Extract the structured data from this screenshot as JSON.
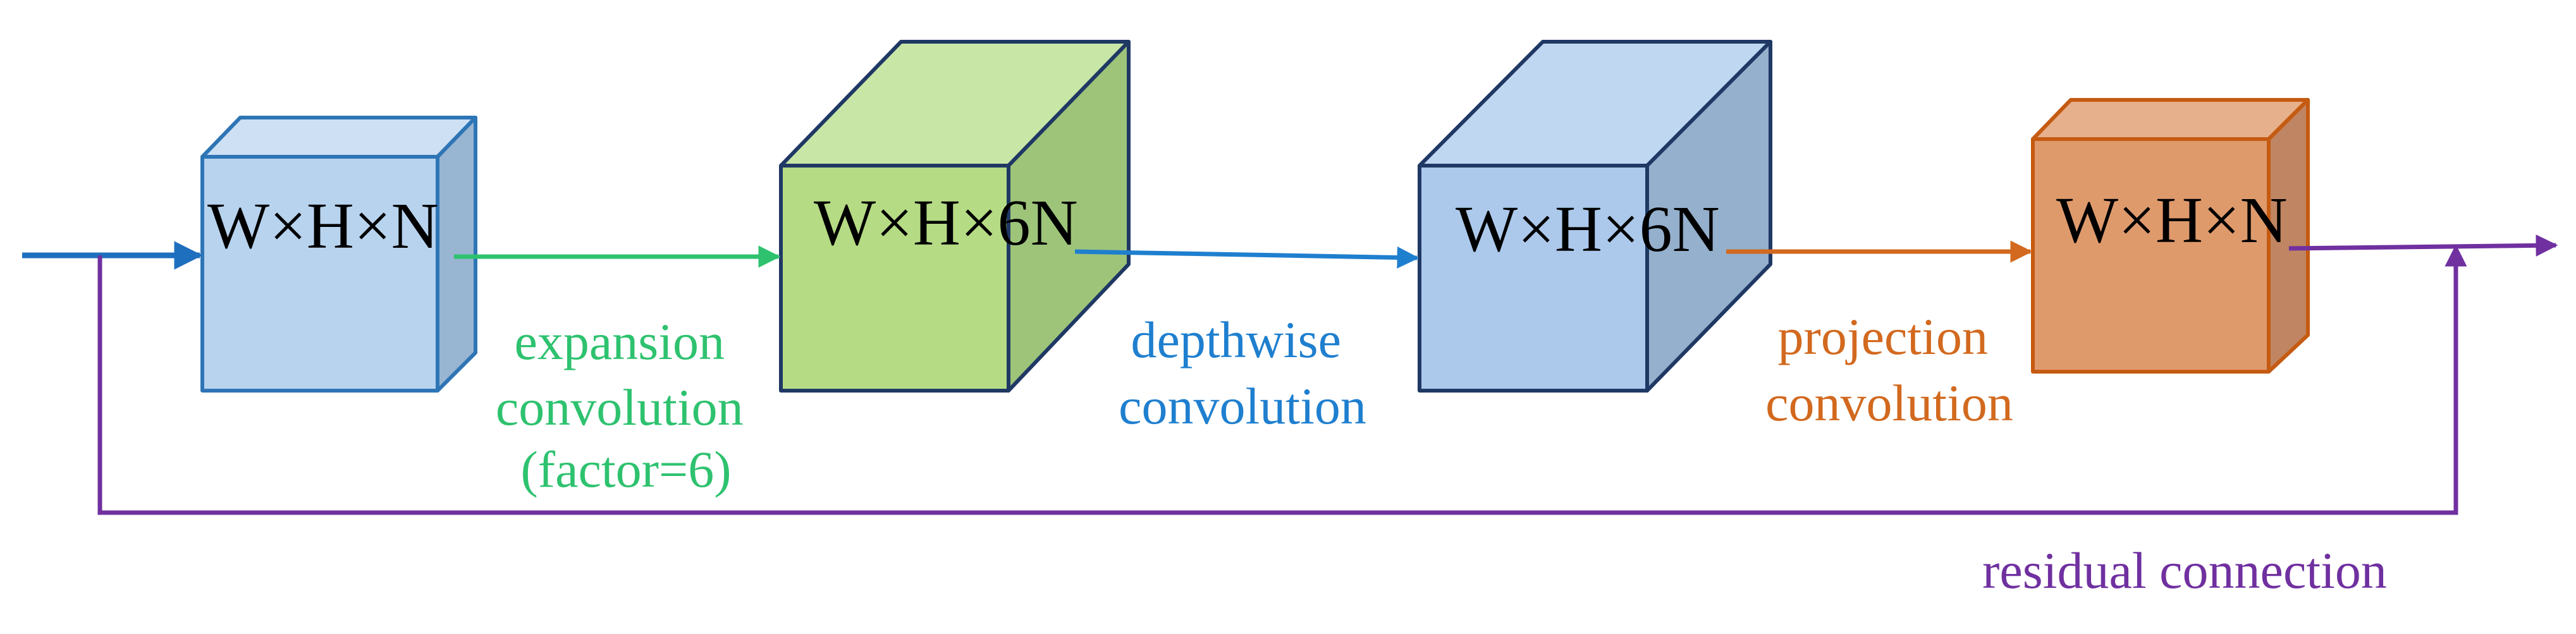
{
  "blocks": [
    {
      "label": "W×H×N",
      "front_color": "#b8d3ee",
      "top_color": "#cde0f4",
      "side_color": "#98b5d2",
      "edge_color": "#2e75b6"
    },
    {
      "label": "W×H×6N",
      "front_color": "#b6db85",
      "top_color": "#c8e6a6",
      "side_color": "#9ec47a",
      "edge_color": "#1f3864"
    },
    {
      "label": "W×H×6N",
      "front_color": "#acc9eb",
      "top_color": "#c0d7f1",
      "side_color": "#94b0cc",
      "edge_color": "#1f3864"
    },
    {
      "label": "W×H×N",
      "front_color": "#df9a6c",
      "top_color": "#e6b08c",
      "side_color": "#c08562",
      "edge_color": "#c55a11"
    }
  ],
  "operations": {
    "expansion": {
      "lines": [
        "expansion",
        "convolution",
        "(factor=6)"
      ],
      "color": "#2ec26f"
    },
    "depthwise": {
      "lines": [
        "depthwise",
        "convolution"
      ],
      "color": "#1f7fcf"
    },
    "projection": {
      "lines": [
        "projection",
        "convolution"
      ],
      "color": "#d2691e"
    }
  },
  "residual": {
    "label": "residual connection",
    "color": "#7030a0"
  },
  "input_arrow_color": "#1f6fbf"
}
